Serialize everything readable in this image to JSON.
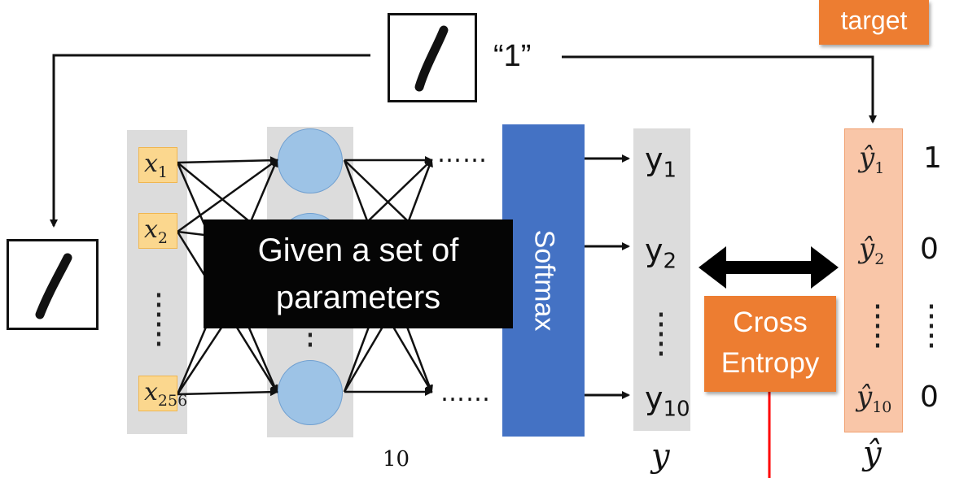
{
  "target_label": "target",
  "quote_label": "“1”",
  "inputs": [
    "x",
    "x",
    "x"
  ],
  "input_subs": [
    "1",
    "2",
    "256"
  ],
  "outputs": [
    "y",
    "y",
    "y"
  ],
  "output_subs": [
    "1",
    "2",
    "10"
  ],
  "targets_hat": [
    "ŷ",
    "ŷ",
    "ŷ"
  ],
  "target_subs": [
    "1",
    "2",
    "10"
  ],
  "target_values": [
    "1",
    "0",
    "0"
  ],
  "softmax_label": "Softmax",
  "caption": "Given a set of parameters",
  "cross_entropy": [
    "Cross",
    "Entropy"
  ],
  "layer_size_label": "10",
  "y_label": "y",
  "yhat_label": "ŷ",
  "ellipsis": "……",
  "colors": {
    "orange": "#ed7d31",
    "softmax": "#4472c4",
    "node": "#9dc3e6",
    "input_box": "#fbd78e",
    "target_column": "#f9c6a8",
    "red_line": "#ff0000"
  }
}
